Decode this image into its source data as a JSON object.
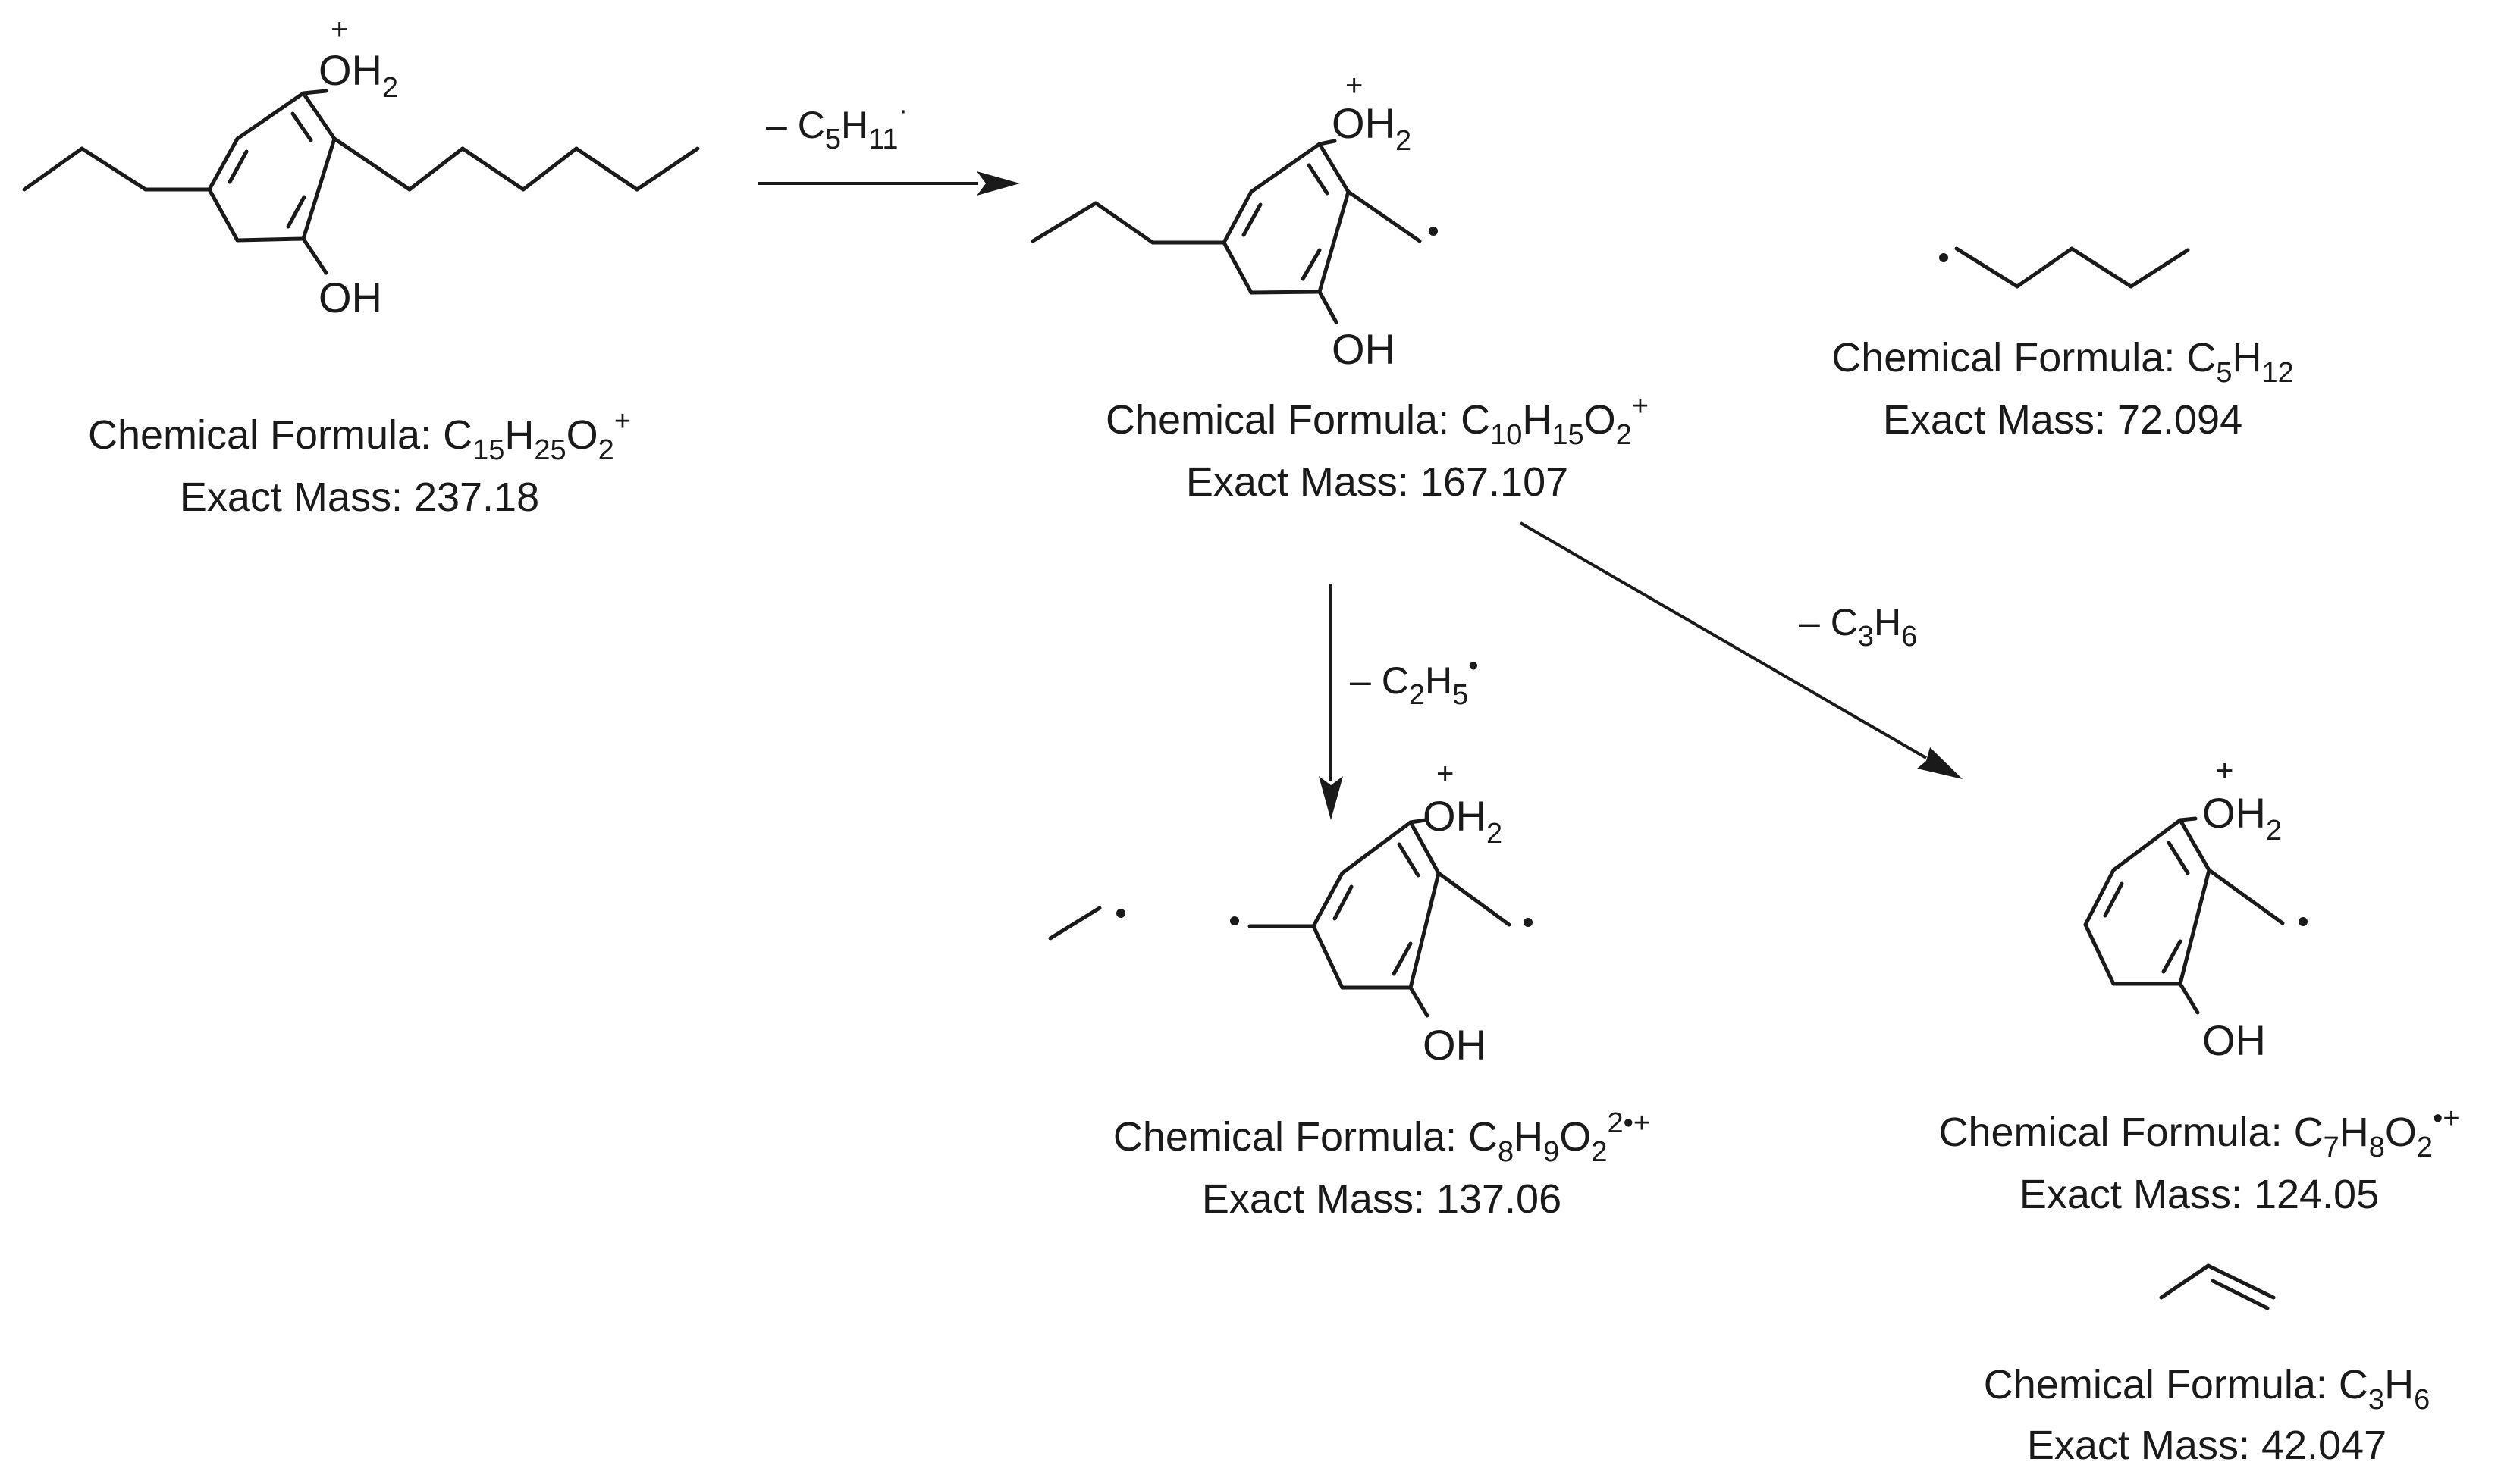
{
  "formula_prefix": "Chemical Formula: ",
  "mass_prefix": "Exact Mass: ",
  "atom_labels": {
    "oxonium": "OH",
    "oxonium_h": "2",
    "hydroxyl": "OH",
    "plus": "+"
  },
  "species": [
    {
      "id": "parent",
      "formula": [
        [
          "C",
          ""
        ],
        [
          "15",
          "sub"
        ],
        [
          "H",
          ""
        ],
        [
          "25",
          "sub"
        ],
        [
          "O",
          ""
        ],
        [
          "2",
          "sub"
        ],
        [
          "+",
          "sup"
        ]
      ],
      "mass": "237.18"
    },
    {
      "id": "fragment-167",
      "formula": [
        [
          "C",
          ""
        ],
        [
          "10",
          "sub"
        ],
        [
          "H",
          ""
        ],
        [
          "15",
          "sub"
        ],
        [
          "O",
          ""
        ],
        [
          "2",
          "sub"
        ],
        [
          "+",
          "sup"
        ]
      ],
      "mass": "167.107"
    },
    {
      "id": "pentyl",
      "formula": [
        [
          "C",
          ""
        ],
        [
          "5",
          "sub"
        ],
        [
          "H",
          ""
        ],
        [
          "12",
          "sub"
        ]
      ],
      "mass": "72.094"
    },
    {
      "id": "fragment-137",
      "formula": [
        [
          "C",
          ""
        ],
        [
          "8",
          "sub"
        ],
        [
          "H",
          ""
        ],
        [
          "9",
          "sub"
        ],
        [
          "O",
          ""
        ],
        [
          "2",
          "sub"
        ],
        [
          "2•+",
          "sup"
        ]
      ],
      "mass": "137.06"
    },
    {
      "id": "fragment-124",
      "formula": [
        [
          "C",
          ""
        ],
        [
          "7",
          "sub"
        ],
        [
          "H",
          ""
        ],
        [
          "8",
          "sub"
        ],
        [
          "O",
          ""
        ],
        [
          "2",
          "sub"
        ],
        [
          "•+",
          "sup"
        ]
      ],
      "mass": "124.05"
    },
    {
      "id": "propene",
      "formula": [
        [
          "C",
          ""
        ],
        [
          "3",
          "sub"
        ],
        [
          "H",
          ""
        ],
        [
          "6",
          "sub"
        ]
      ],
      "mass": "42.047"
    }
  ],
  "losses": [
    {
      "id": "loss-c5h11",
      "parts": [
        [
          "– C",
          ""
        ],
        [
          "5",
          "sub"
        ],
        [
          "H",
          ""
        ],
        [
          "11",
          "sub"
        ],
        [
          "·",
          "sup"
        ]
      ]
    },
    {
      "id": "loss-c2h5",
      "parts": [
        [
          "– C",
          ""
        ],
        [
          "2",
          "sub"
        ],
        [
          "H",
          ""
        ],
        [
          "5",
          "sub"
        ],
        [
          "•",
          "sup"
        ]
      ]
    },
    {
      "id": "loss-c3h6",
      "parts": [
        [
          "– C",
          ""
        ],
        [
          "3",
          "sub"
        ],
        [
          "H",
          ""
        ],
        [
          "6",
          "sub"
        ]
      ]
    }
  ]
}
